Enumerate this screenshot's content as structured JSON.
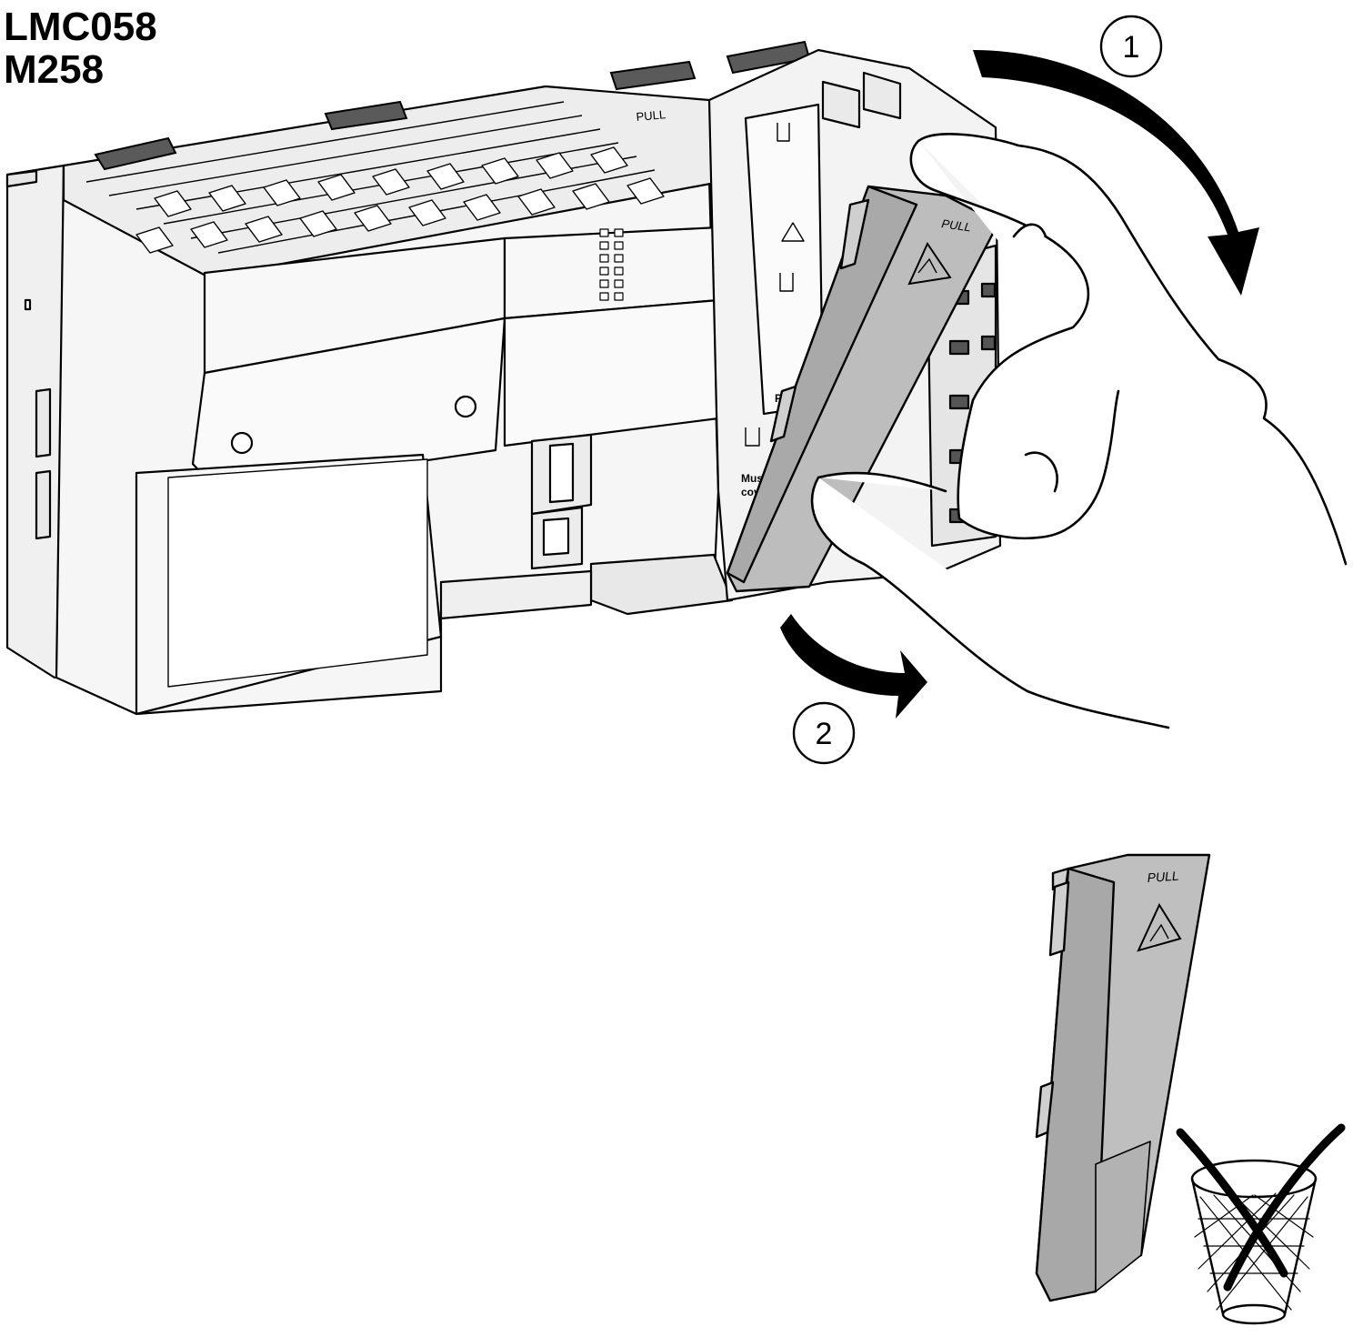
{
  "titles": {
    "line1": "LMC058",
    "line2": "M258"
  },
  "steps": {
    "step1": "1",
    "step2": "2"
  },
  "labels": {
    "pull_base": "PULL",
    "pull_cover": "PULL",
    "pull_detached": "PULL",
    "po_fragment": "PO",
    "must_fragment": "Mus",
    "cov_fragment": "cov"
  },
  "icons": {
    "esd_warning": "esd-warning-icon",
    "no_trash": "do-not-discard-icon",
    "rotate_arrow": "curved-arrow-icon"
  },
  "colors": {
    "ink": "#000000",
    "cover_gray": "#bdbdbd",
    "cover_gray_dark": "#a8a8a8",
    "body_light": "#f2f2f2",
    "latch_dark": "#555555",
    "paper": "#ffffff"
  }
}
